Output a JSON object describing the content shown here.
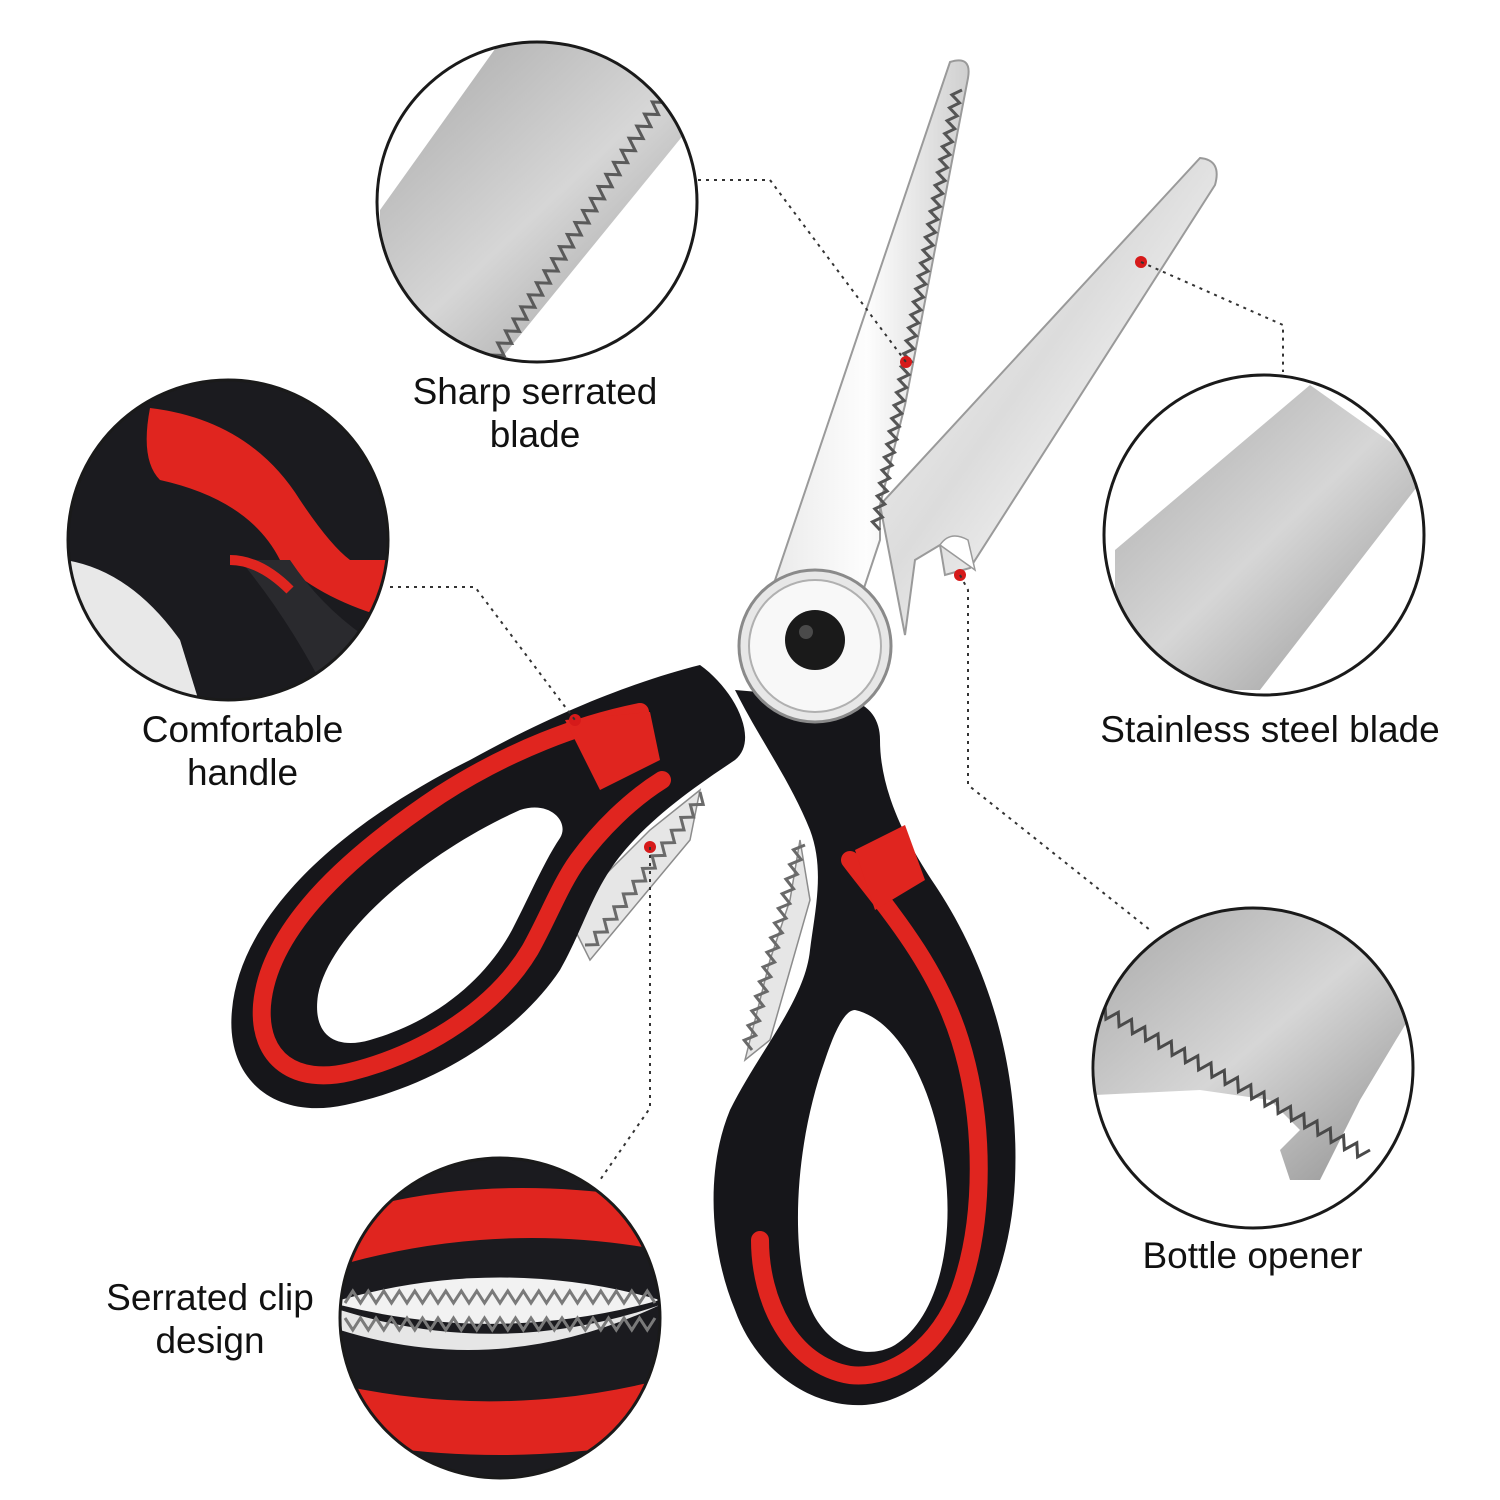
{
  "colors": {
    "handle_black": "#16161a",
    "handle_red": "#e0251f",
    "steel_light": "#f3f3f3",
    "steel_mid": "#c9c9c9",
    "steel_dark": "#8f8f8f",
    "marker_red": "#d61a1a",
    "leader_line": "#333333",
    "circle_outline": "#1a1a1a"
  },
  "callouts": {
    "serrated_blade": {
      "line1": "Sharp serrated",
      "line2": "blade",
      "icon": "serrated-blade-closeup"
    },
    "handle": {
      "line1": "Comfortable",
      "line2": "handle",
      "icon": "handle-closeup"
    },
    "clip": {
      "line1": "Serrated clip",
      "line2": "design",
      "icon": "serrated-clip-closeup"
    },
    "steel_blade": {
      "line1": "Stainless steel blade",
      "icon": "steel-blade-closeup"
    },
    "opener": {
      "line1": "Bottle opener",
      "icon": "bottle-opener-closeup"
    }
  }
}
